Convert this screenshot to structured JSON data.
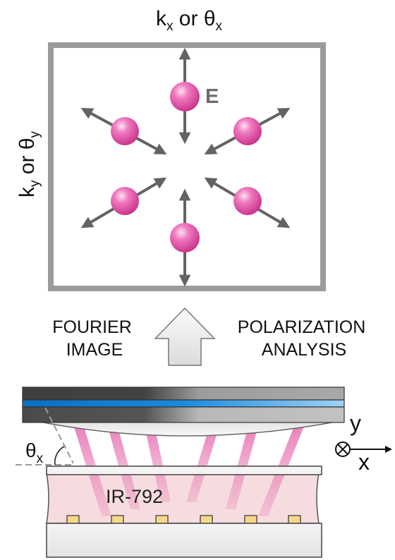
{
  "fourier_panel": {
    "top_axis": {
      "base": "k",
      "sub": "x",
      "middle": " or ",
      "theta": "θ",
      "theta_sub": "x"
    },
    "side_axis": {
      "base": "k",
      "sub": "y",
      "middle": " or ",
      "theta": "θ",
      "theta_sub": "y"
    },
    "field_label": "E"
  },
  "middle": {
    "left_lines": [
      "FOURIER",
      "IMAGE"
    ],
    "right_lines": [
      "POLARIZATION",
      "ANALYSIS"
    ]
  },
  "sample": {
    "theta_label": {
      "base": "θ",
      "sub": "x"
    },
    "dye_label": "IR-792",
    "axis_y": "y",
    "axis_x": "x"
  },
  "colors": {
    "frame": "#9b9b9b",
    "arrow": "#636363",
    "dipole": "#e0509f",
    "blue_layer": "#0a7fd6",
    "beam": "#e0509f",
    "dye_fill": "#f6dcde",
    "pad": "#f5d88a",
    "hollow_arrow": "#e8eaea"
  }
}
